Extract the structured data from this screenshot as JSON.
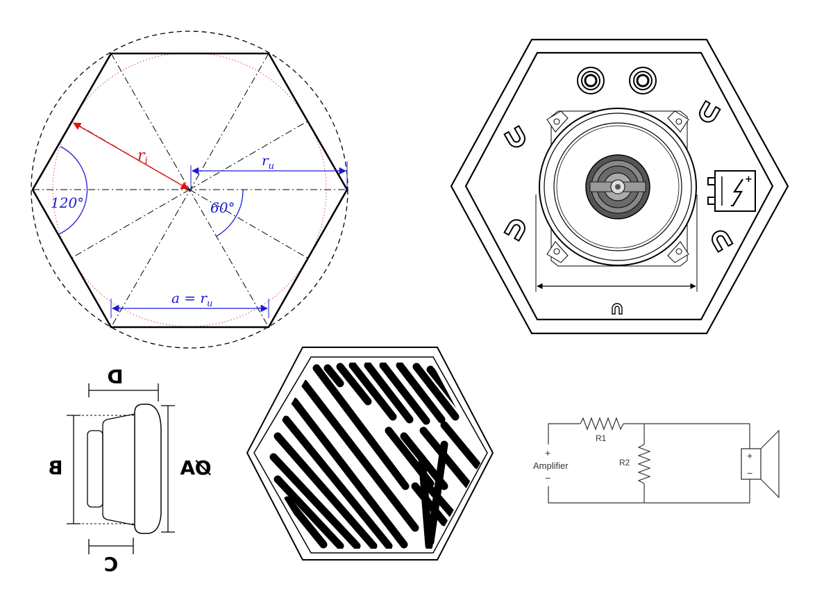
{
  "geometry": {
    "label_ri_main": "r",
    "label_ri_sub": "i",
    "label_ru_main": "r",
    "label_ru_sub": "u",
    "label_a_main": "a = r",
    "label_a_sub": "u",
    "angle_120": "120°",
    "angle_60": "60°"
  },
  "mirrored_dims": {
    "top": "D",
    "left": "B",
    "right": "ØA",
    "bottom": "C"
  },
  "circuit": {
    "source_label": "Amplifier",
    "plus": "+",
    "minus": "−",
    "r1": "R1",
    "r2": "R2",
    "spk_plus": "+",
    "spk_minus": "−"
  },
  "colors": {
    "line": "#000000",
    "dim": "#1a1ad6",
    "radius": "#e01010",
    "incircle": "#e04040",
    "circuit": "#333333"
  }
}
